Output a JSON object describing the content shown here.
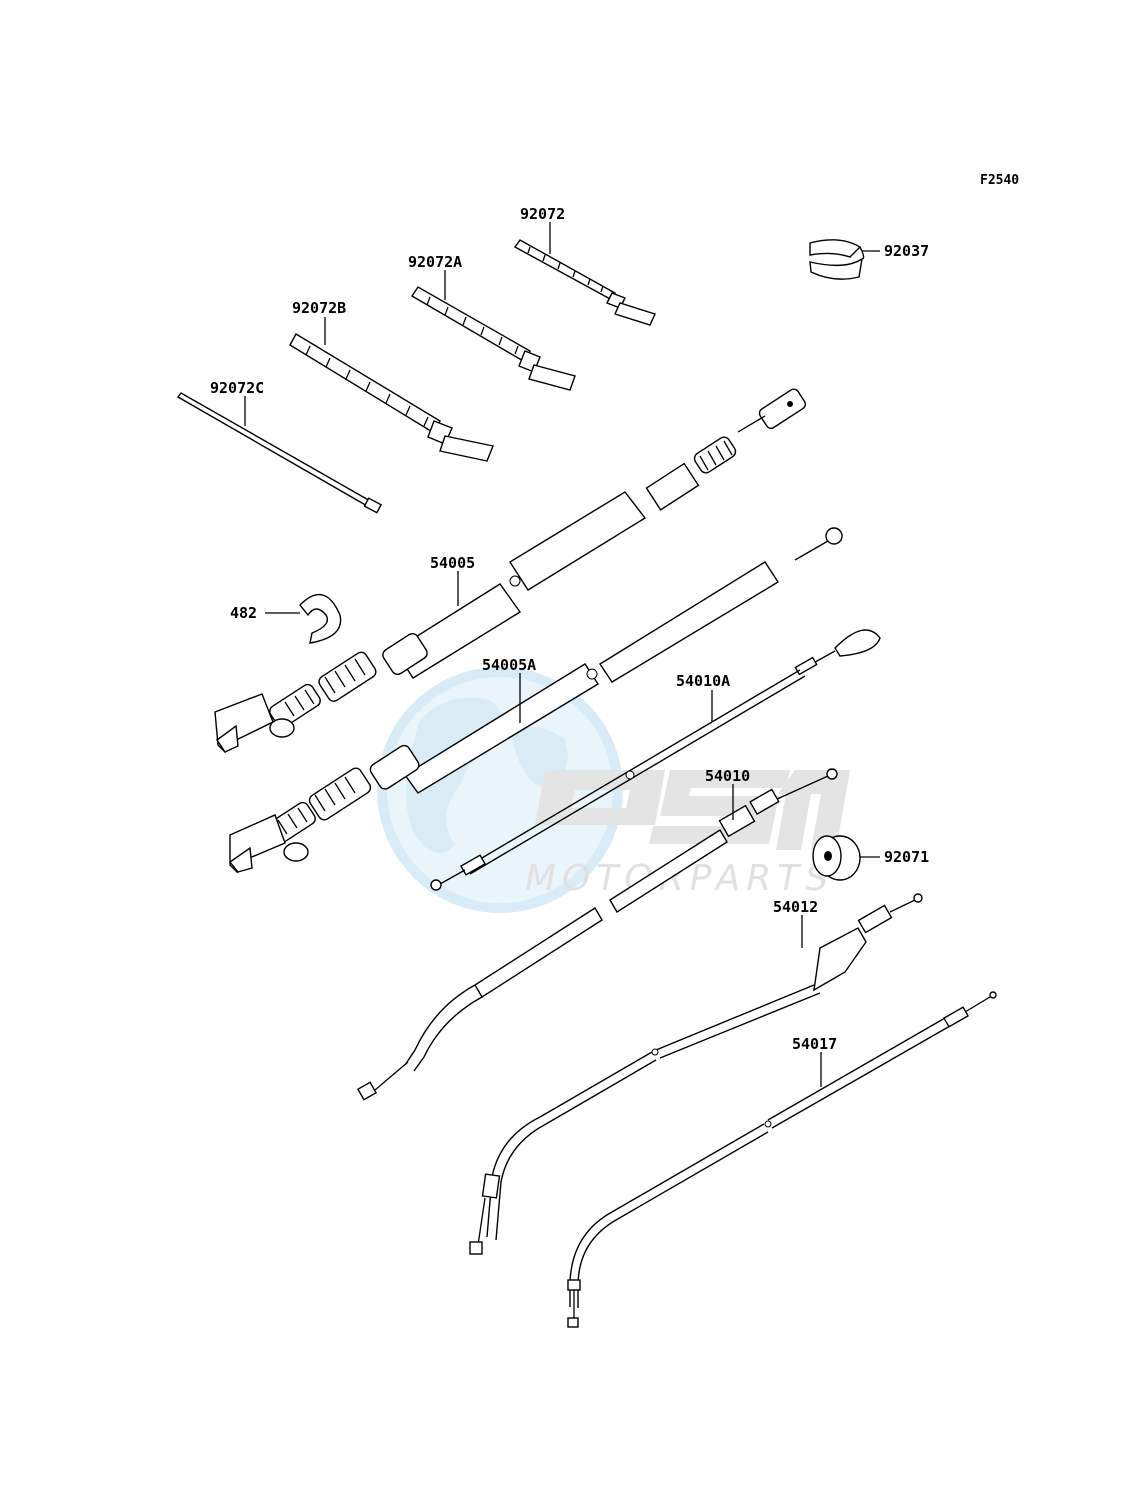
{
  "figure_code": "F2540",
  "watermark": {
    "brand": "OSM",
    "sub": "MOTORPARTS"
  },
  "callouts": {
    "p92072": "92072",
    "p92072A": "92072A",
    "p92072B": "92072B",
    "p92072C": "92072C",
    "p92037": "92037",
    "p54005": "54005",
    "p482": "482",
    "p54005A": "54005A",
    "p54010A": "54010A",
    "p54010": "54010",
    "p92071": "92071",
    "p54012": "54012",
    "p54017": "54017"
  }
}
